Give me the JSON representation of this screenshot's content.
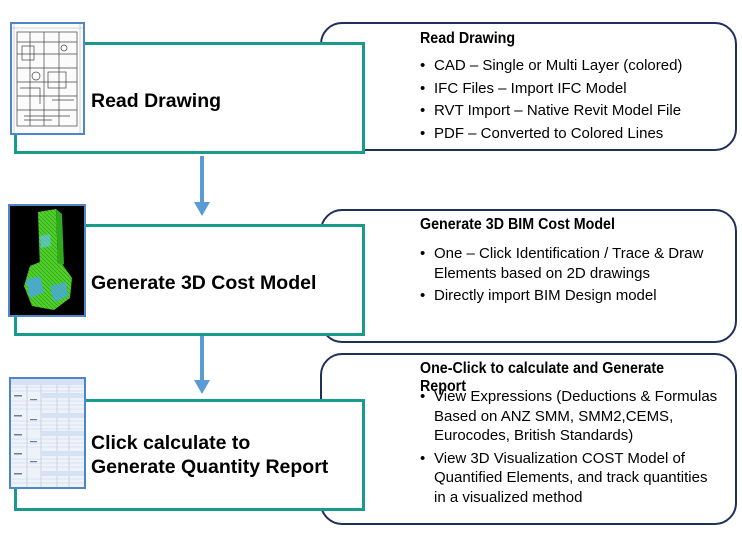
{
  "steps": [
    {
      "label": "Read Drawing",
      "desc_title": "Read Drawing",
      "bullets": [
        "CAD – Single or Multi Layer (colored)",
        "IFC Files – Import IFC Model",
        "RVT Import – Native Revit Model File",
        "PDF – Converted to Colored Lines"
      ]
    },
    {
      "label": "Generate 3D Cost Model",
      "desc_title": "Generate 3D BIM Cost Model",
      "bullets": [
        "One – Click Identification / Trace & Draw Elements based on 2D drawings",
        "Directly import BIM Design model"
      ]
    },
    {
      "label_line1": "Click calculate to",
      "label_line2": "Generate Quantity Report",
      "desc_title": "One-Click to calculate and Generate Report",
      "bullets": [
        "View Expressions (Deductions & Formulas Based on ANZ SMM, SMM2,CEMS, Eurocodes, British Standards)",
        "View 3D Visualization COST Model of Quantified Elements, and track quantities in a visualized method"
      ]
    }
  ],
  "colors": {
    "step_border": "#1a9a8c",
    "desc_border": "#1f2f5c",
    "arrow": "#5b9bd5",
    "thumb_border": "#4e87c7"
  }
}
